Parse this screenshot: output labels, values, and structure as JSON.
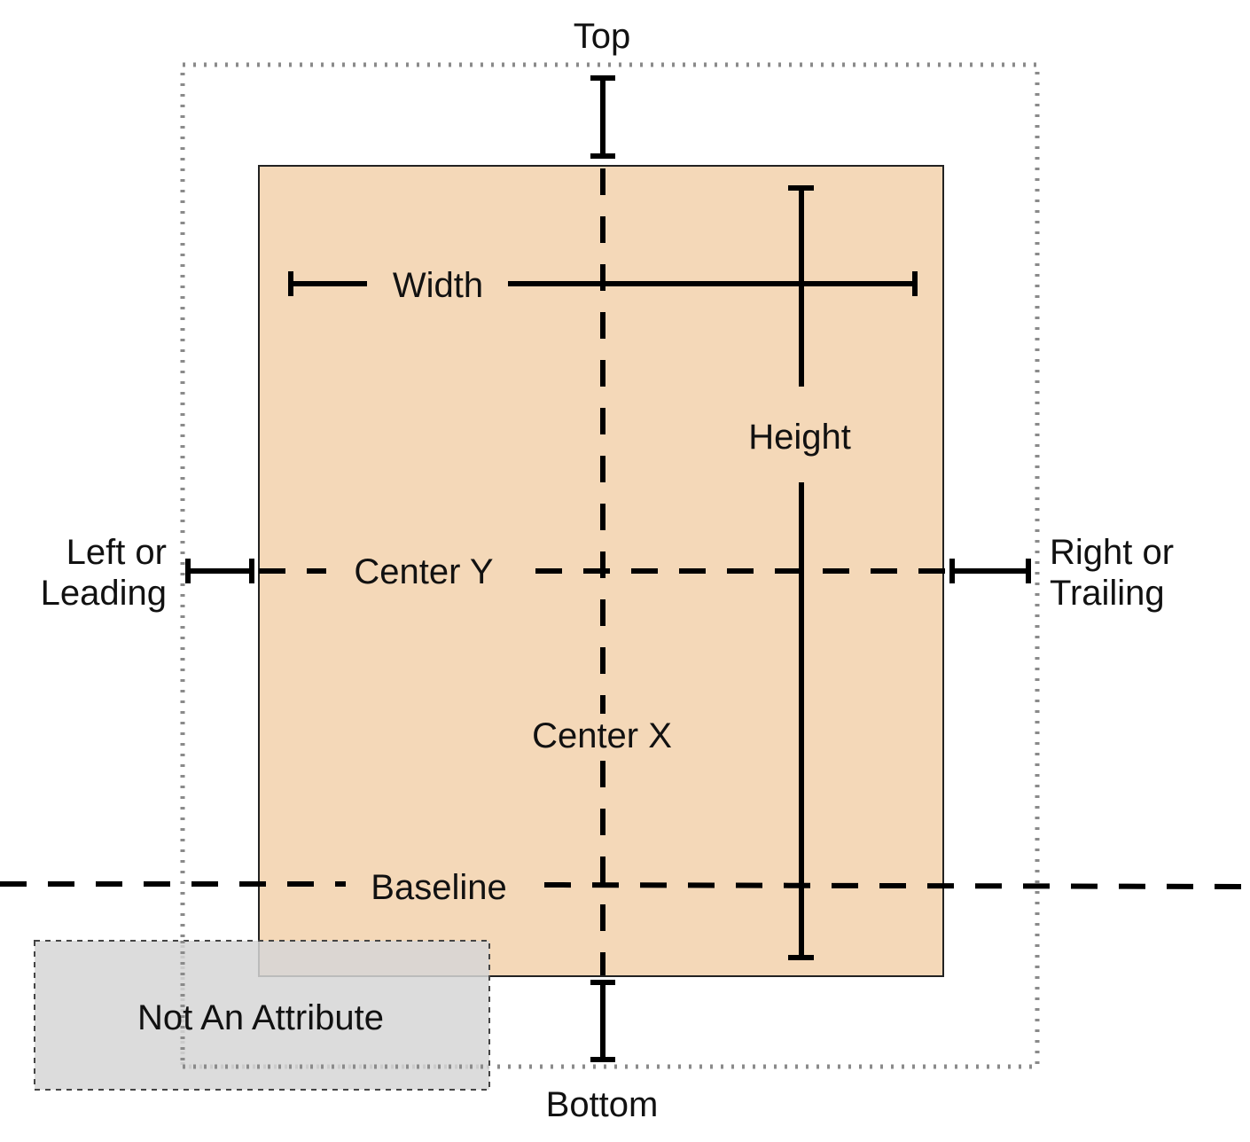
{
  "labels": {
    "top": "Top",
    "bottom": "Bottom",
    "width": "Width",
    "height": "Height",
    "left_line1": "Left or",
    "left_line2": "Leading",
    "right_line1": "Right or",
    "right_line2": "Trailing",
    "center_x": "Center X",
    "center_y": "Center Y",
    "baseline": "Baseline",
    "not_an_attribute": "Not An Attribute"
  },
  "colors": {
    "view_fill": "#f4d8b8",
    "not_attribute_fill": "#d6d6d6",
    "line": "#000000",
    "outer_dotted_border": "#8a8a8a"
  }
}
